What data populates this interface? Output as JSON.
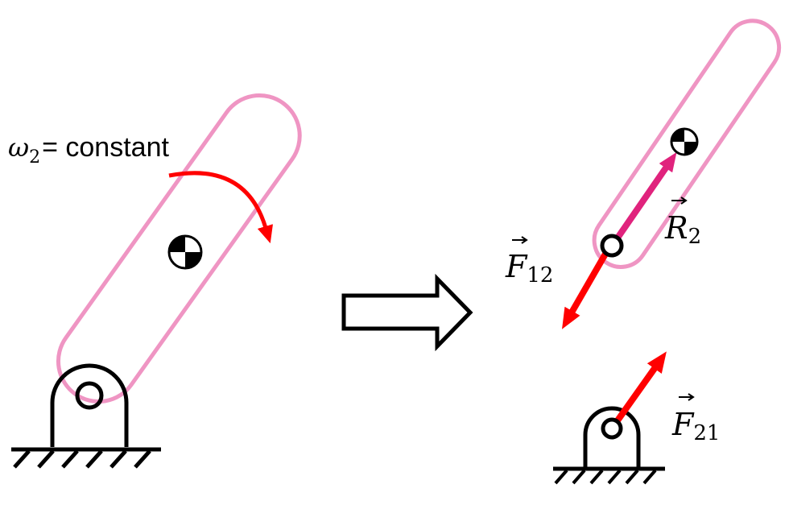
{
  "colors": {
    "link": "#ef95c3",
    "force": "#ff0000",
    "position_vector": "#e0237d",
    "outline": "#000000"
  },
  "labels": {
    "omega_symbol": "ω",
    "omega_sub": "2",
    "omega_rest": "= constant",
    "r_symbol": "R",
    "r_sub": "2",
    "f12_symbol": "F",
    "f12_sub": "12",
    "f21_symbol": "F",
    "f21_sub": "21"
  },
  "icons": {
    "center_of_mass": "center-of-mass-icon",
    "pin_joint": "pin-joint-icon",
    "ground": "ground-hatch-icon",
    "transition": "right-arrow-icon"
  }
}
